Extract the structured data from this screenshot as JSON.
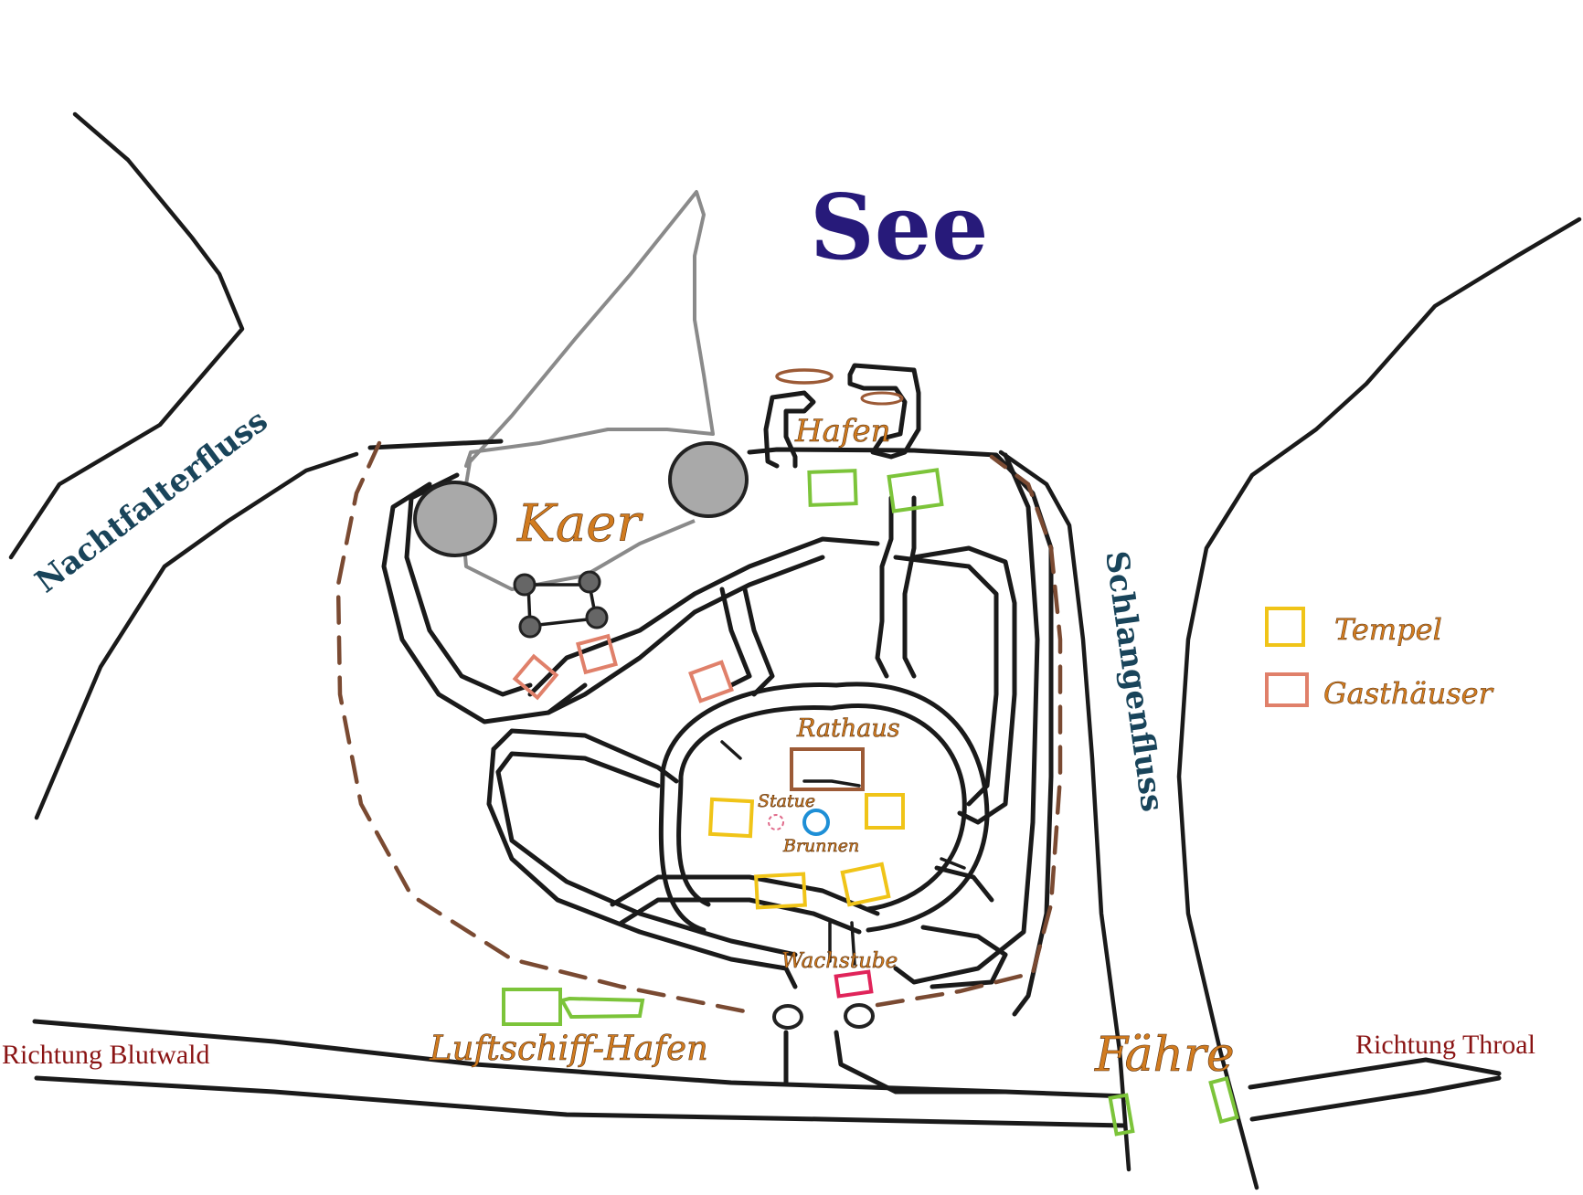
{
  "labels": {
    "sea": "See",
    "river_west": "Nachtfalterfluss",
    "river_east": "Schlangenfluss",
    "kaer": "Kaer",
    "harbor": "Hafen",
    "town_hall": "Rathaus",
    "statue": "Statue",
    "fountain": "Brunnen",
    "guardhouse": "Wachstube",
    "airship_port": "Luftschiff-Hafen",
    "ferry": "Fähre",
    "dir_west": "Richtung Blutwald",
    "dir_east": "Richtung Throal"
  },
  "legend": [
    {
      "label": "Tempel",
      "color": "#f0c418"
    },
    {
      "label": "Gasthäuser",
      "color": "#e0806a"
    }
  ],
  "colors": {
    "sea_label": "#271a7a",
    "river_label": "#19445a",
    "place_label": "#d17b1f",
    "direction_label": "#8a1414",
    "temple": "#f0c418",
    "inn": "#e0806a",
    "green_building": "#7cc43a",
    "town_hall": "#9c5a36",
    "guardhouse": "#e0245a",
    "fountain": "#1e8fd6",
    "wall": "#7a4a32",
    "tower": "#a9a9a9"
  }
}
